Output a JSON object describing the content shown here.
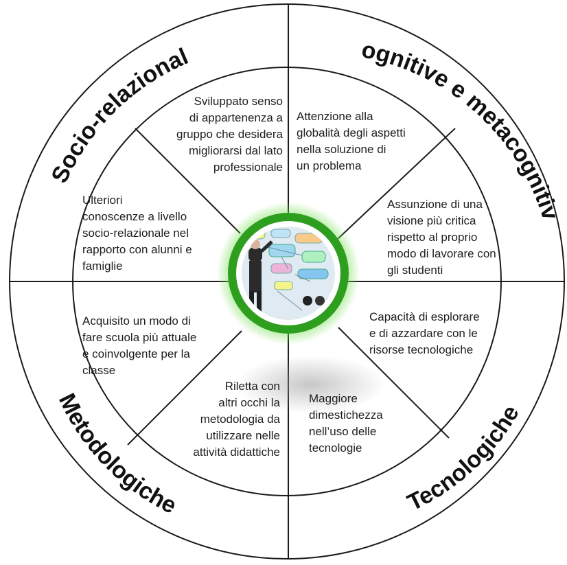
{
  "quadrants": {
    "top_left": "Socio-relazionali",
    "top_right": "Cognitive e metacognitive",
    "bottom_left": "Metodologiche",
    "bottom_right": "Tecnologiche"
  },
  "sectors": [
    {
      "text": "Sviluppato senso\ndi appartenenza a\ngruppo che desidera\nmigliorarsi dal lato\nprofessionale"
    },
    {
      "text": "Attenzione alla\nglobalità degli aspetti\nnella soluzione di\nun problema"
    },
    {
      "text": "Ulteriori\nconoscenze a livello\nsocio-relazionale nel\nrapporto con alunni e\nfamiglie"
    },
    {
      "text": "Assunzione di una\nvisione più critica\nrispetto al proprio\nmodo di lavorare con\ngli studenti"
    },
    {
      "text": "Acquisito un modo di\nfare scuola più attuale\ne coinvolgente per la\nclasse"
    },
    {
      "text": "Capacità di esplorare\ne di azzardare con le\nrisorse tecnologiche"
    },
    {
      "text": "Riletta con\naltri occhi la\nmetodologia da\nutilizzare nelle\nattività didattiche"
    },
    {
      "text": "Maggiore\ndimestichezza\nnell’uso delle\ntecnologie"
    }
  ],
  "colors": {
    "line": "#1a1a1a",
    "glow": "#7be05a",
    "ring": "#2e9e1f",
    "sky": "#dfeaf2"
  }
}
